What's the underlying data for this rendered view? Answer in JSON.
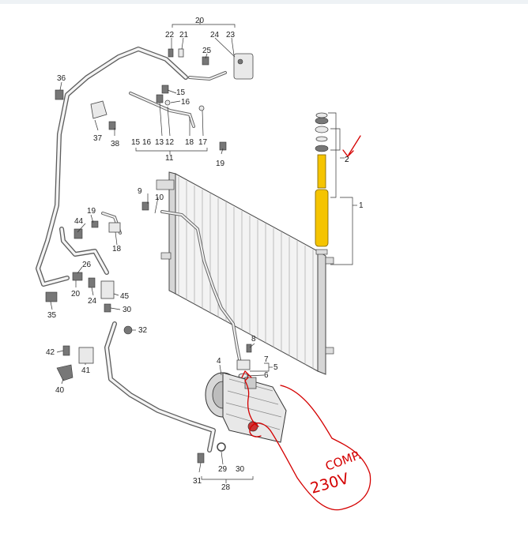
{
  "labels": {
    "n1": "1",
    "n2": "2",
    "n4": "4",
    "n5": "5",
    "n6": "6",
    "n7": "7",
    "n8": "8",
    "n9": "9",
    "n10": "10",
    "n11": "11",
    "n12": "12",
    "n13": "13",
    "n15a": "15",
    "n15b": "15",
    "n16a": "16",
    "n16b": "16",
    "n17": "17",
    "n18a": "18",
    "n18b": "18",
    "n19a": "19",
    "n19b": "19",
    "n20a": "20",
    "n20b": "20",
    "n21": "21",
    "n22": "22",
    "n23": "23",
    "n24a": "24",
    "n24b": "24",
    "n25": "25",
    "n26": "26",
    "n28": "28",
    "n29": "29",
    "n30a": "30",
    "n30b": "30",
    "n31": "31",
    "n32": "32",
    "n35": "35",
    "n36": "36",
    "n37": "37",
    "n38": "38",
    "n40": "40",
    "n41": "41",
    "n42": "42",
    "n44": "44",
    "n45": "45"
  },
  "annotation": {
    "line1": "COMP.",
    "line2": "230V",
    "color": "#d40000"
  },
  "highlight_color": "#f5c400"
}
